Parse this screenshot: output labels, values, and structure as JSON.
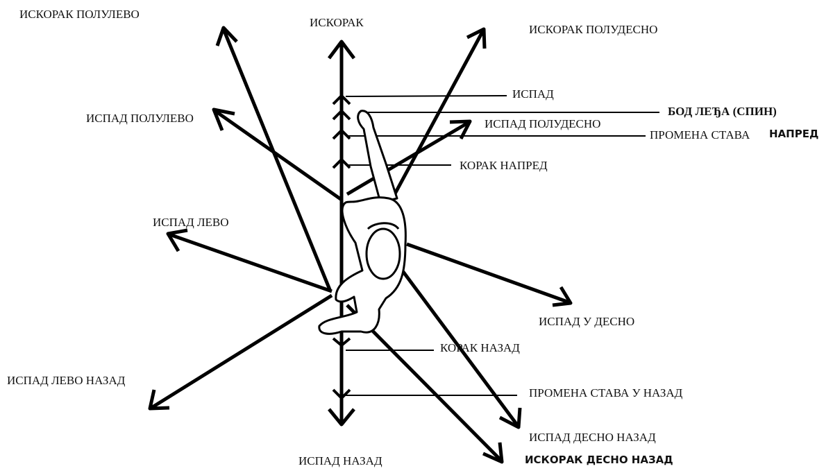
{
  "labels": {
    "iskorak_polulevo": "ИСКОРАК ПОЛУЛЕВО",
    "iskorak": "ИСКОРАК",
    "iskorak_poludesno": "ИСКОРАК ПОЛУДЕСНО",
    "ispad": "ИСПАД",
    "bod_ledja": "БОД ЛЕЂА (СПИН)",
    "ispad_polulevo": "ИСПАД ПОЛУЛЕВО",
    "ispad_poludesno": "ИСПАД ПОЛУДЕСНО",
    "promena_stava": "ПРОМЕНА СТАВА",
    "napred": "НАПРЕД",
    "korak_napred": "КОРАК НАПРЕД",
    "ispad_levo": "ИСПАД ЛЕВО",
    "ispad_u_desno": "ИСПАД У ДЕСНО",
    "korak_nazad": "КОРАК НАЗАД",
    "ispad_levo_nazad": "ИСПАД ЛЕВО НАЗАД",
    "promena_stava_u_nazad": "ПРОМЕНА СТАВА У НАЗАД",
    "ispad_desno_nazad": "ИСПАД ДЕСНО НАЗАД",
    "ispad_nazad": "ИСПАД НАЗАД",
    "iskorak_desno_nazad": "ИСКОРАК ДЕСНО НАЗАД"
  }
}
